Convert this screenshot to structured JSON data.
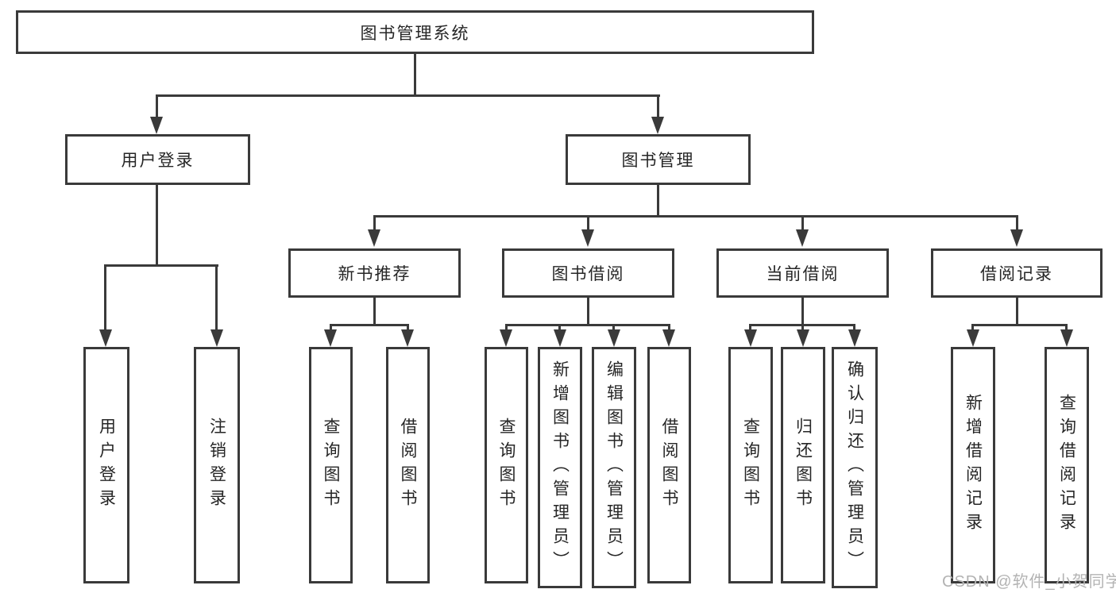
{
  "nodes": {
    "root": "图书管理系统",
    "branches": [
      {
        "label": "用户登录",
        "children": [
          "用户登录",
          "注销登录"
        ]
      },
      {
        "label": "图书管理",
        "groups": [
          {
            "label": "新书推荐",
            "children": [
              "查询图书",
              "借阅图书"
            ]
          },
          {
            "label": "图书借阅",
            "children": [
              "查询图书",
              "新增图书（管理员）",
              "编辑图书（管理员）",
              "借阅图书"
            ]
          },
          {
            "label": "当前借阅",
            "children": [
              "查询图书",
              "归还图书",
              "确认归还（管理员）"
            ]
          },
          {
            "label": "借阅记录",
            "children": [
              "新增借阅记录",
              "查询借阅记录"
            ]
          }
        ]
      }
    ]
  },
  "watermark": "CSDN @软件_小贺同学",
  "colors": {
    "line": "#3a3a3a",
    "text": "#262626",
    "watermark": "#b3b3b3",
    "background": "#ffffff"
  }
}
